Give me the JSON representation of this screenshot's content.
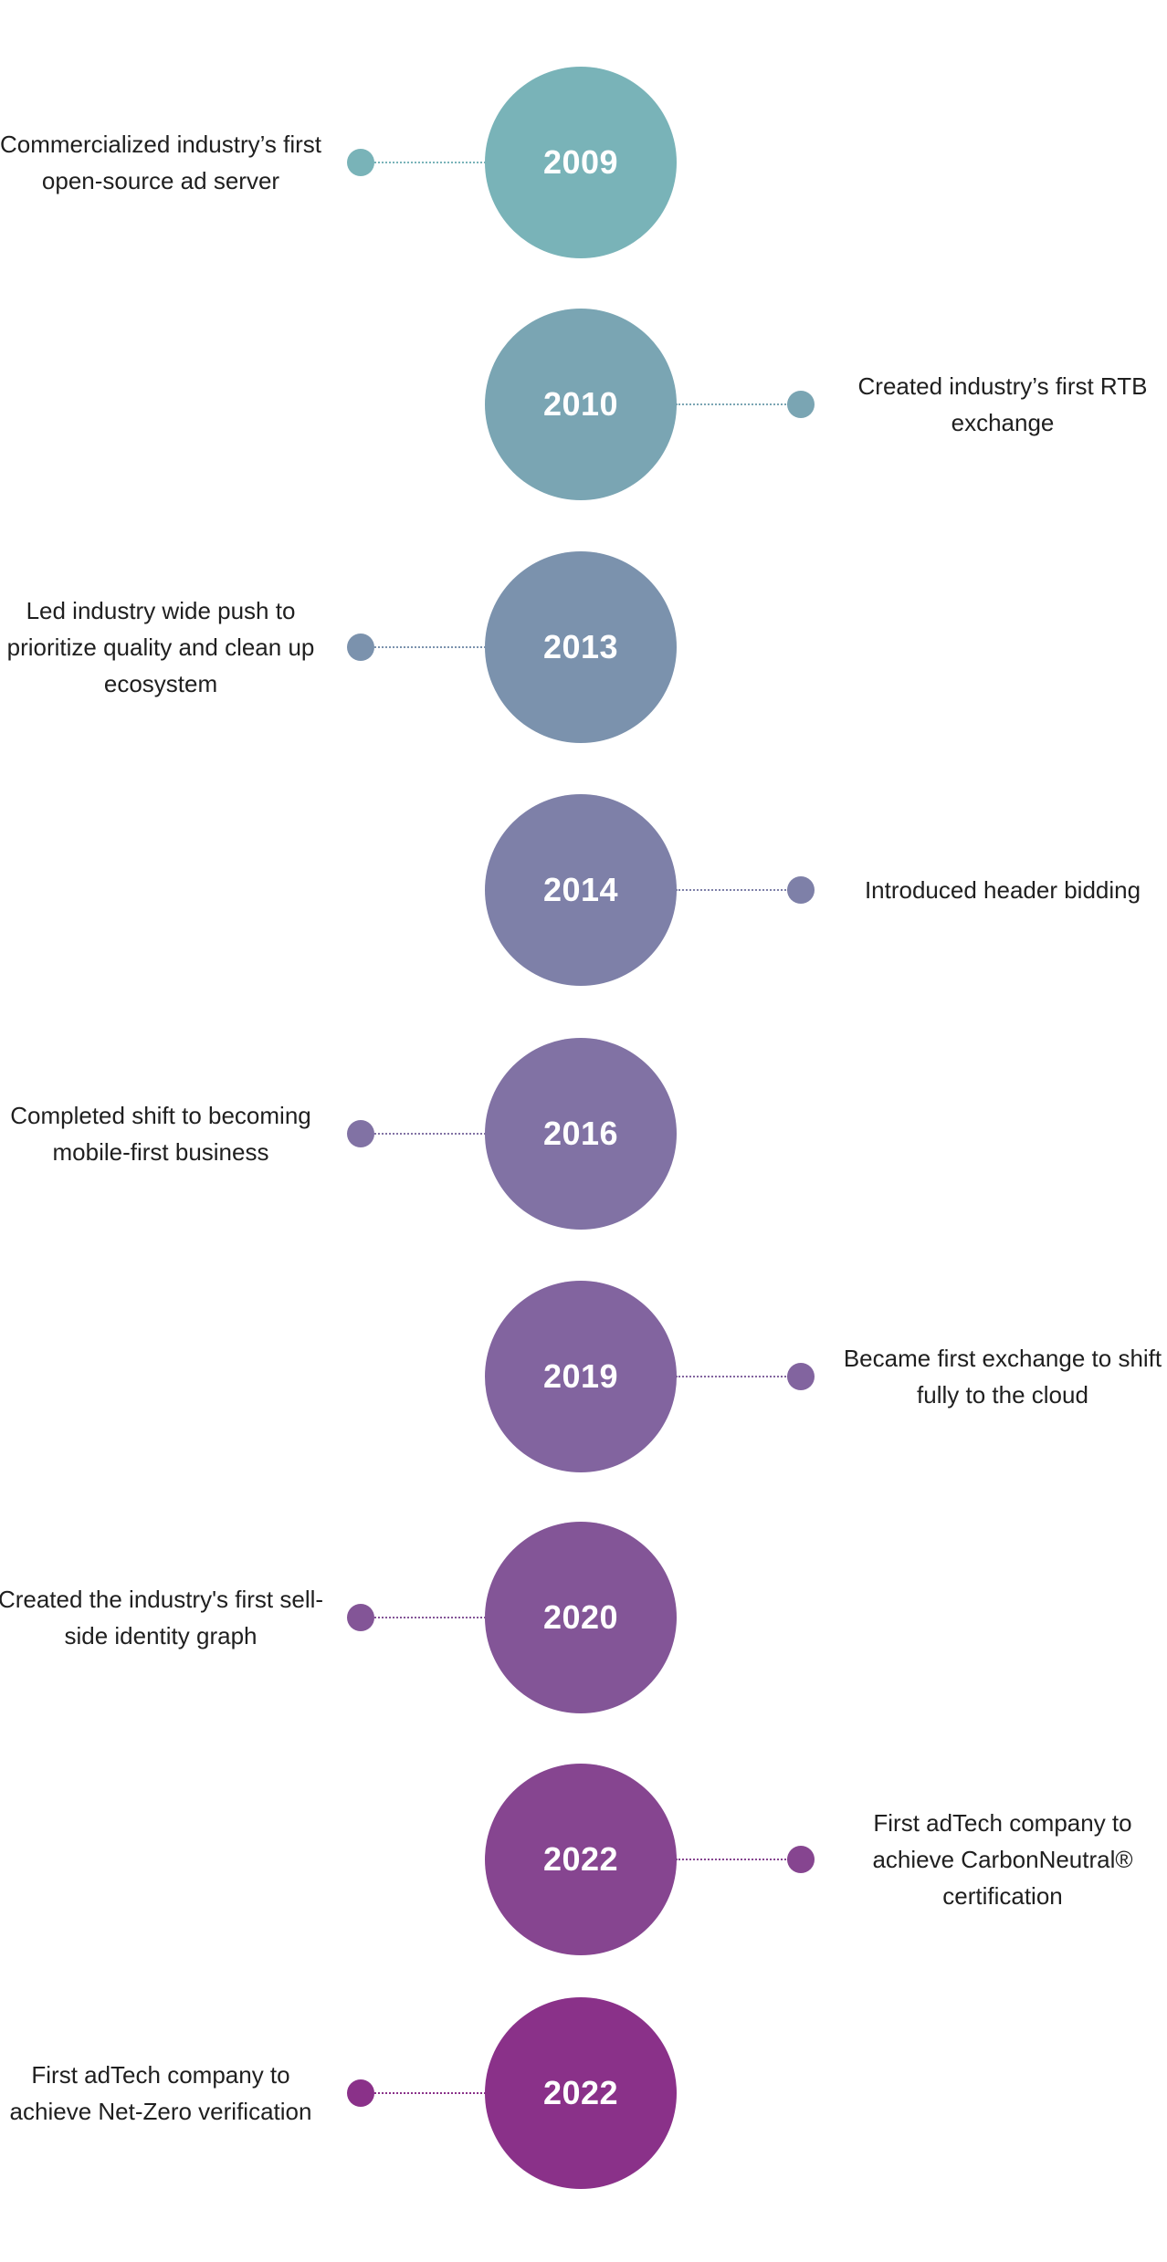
{
  "milestones": [
    {
      "year": "2009",
      "text": "Commercialized industry’s first open-source ad server",
      "side": "left",
      "color": "#79b3b8"
    },
    {
      "year": "2010",
      "text": "Created industry’s first RTB exchange",
      "side": "right",
      "color": "#7aa5b3"
    },
    {
      "year": "2013",
      "text": "Led industry wide push to prioritize quality and clean up ecosystem",
      "side": "left",
      "color": "#7b92ad"
    },
    {
      "year": "2014",
      "text": "Introduced header bidding",
      "side": "right",
      "color": "#7e80a8"
    },
    {
      "year": "2016",
      "text": "Completed shift to becoming mobile-first business",
      "side": "left",
      "color": "#8172a4"
    },
    {
      "year": "2019",
      "text": "Became first exchange to shift fully to the cloud",
      "side": "right",
      "color": "#82649f"
    },
    {
      "year": "2020",
      "text": "Created the industry's first sell-side identity graph",
      "side": "left",
      "color": "#835597"
    },
    {
      "year": "2022",
      "text": "First adTech company to achieve CarbonNeutral® certification",
      "side": "right",
      "color": "#864590"
    },
    {
      "year": "2022",
      "text": "First adTech company to achieve Net-Zero verification",
      "side": "left",
      "color": "#8a3189"
    }
  ]
}
